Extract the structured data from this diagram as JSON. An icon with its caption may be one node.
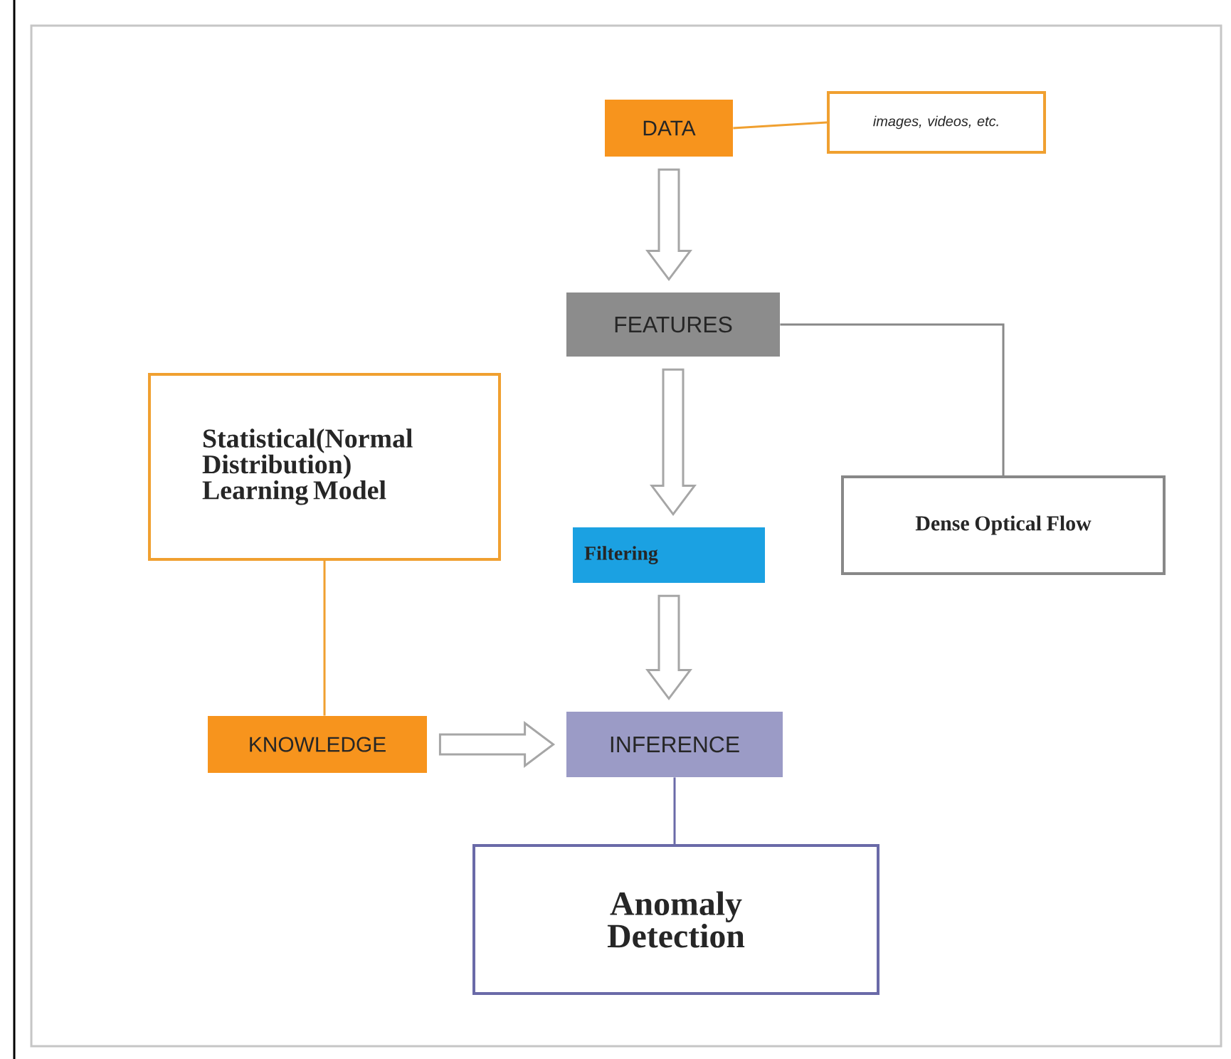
{
  "diagram": {
    "nodes": [
      {
        "text": [
          "DATA"
        ]
      },
      {
        "text": [
          "images, videos, etc."
        ]
      },
      {
        "text": [
          "FEATURES"
        ]
      },
      {
        "text": [
          "Statistical(Normal Distribution) Learning Model"
        ]
      },
      {
        "text": [
          "Dense Optical Flow"
        ]
      },
      {
        "text": [
          "Filtering"
        ]
      },
      {
        "text": [
          "KNOWLEDGE"
        ]
      },
      {
        "text": [
          "INFERENCE"
        ]
      },
      {
        "text": [
          "Anomaly Detection"
        ]
      }
    ],
    "edges": [
      {
        "from": 0,
        "to": 1,
        "arrow": "none",
        "color": "#f0a030"
      },
      {
        "from": 0,
        "to": 2,
        "arrow": "to"
      },
      {
        "from": 2,
        "to": 4,
        "arrow": "none",
        "color": "#888888"
      },
      {
        "from": 2,
        "to": 5,
        "arrow": "to"
      },
      {
        "from": 3,
        "to": 6,
        "arrow": "none",
        "color": "#f0a030"
      },
      {
        "from": 5,
        "to": 7,
        "arrow": "to"
      },
      {
        "from": 6,
        "to": 7,
        "arrow": "to"
      },
      {
        "from": 7,
        "to": 8,
        "arrow": "none",
        "color": "#6a6aa8"
      }
    ]
  }
}
